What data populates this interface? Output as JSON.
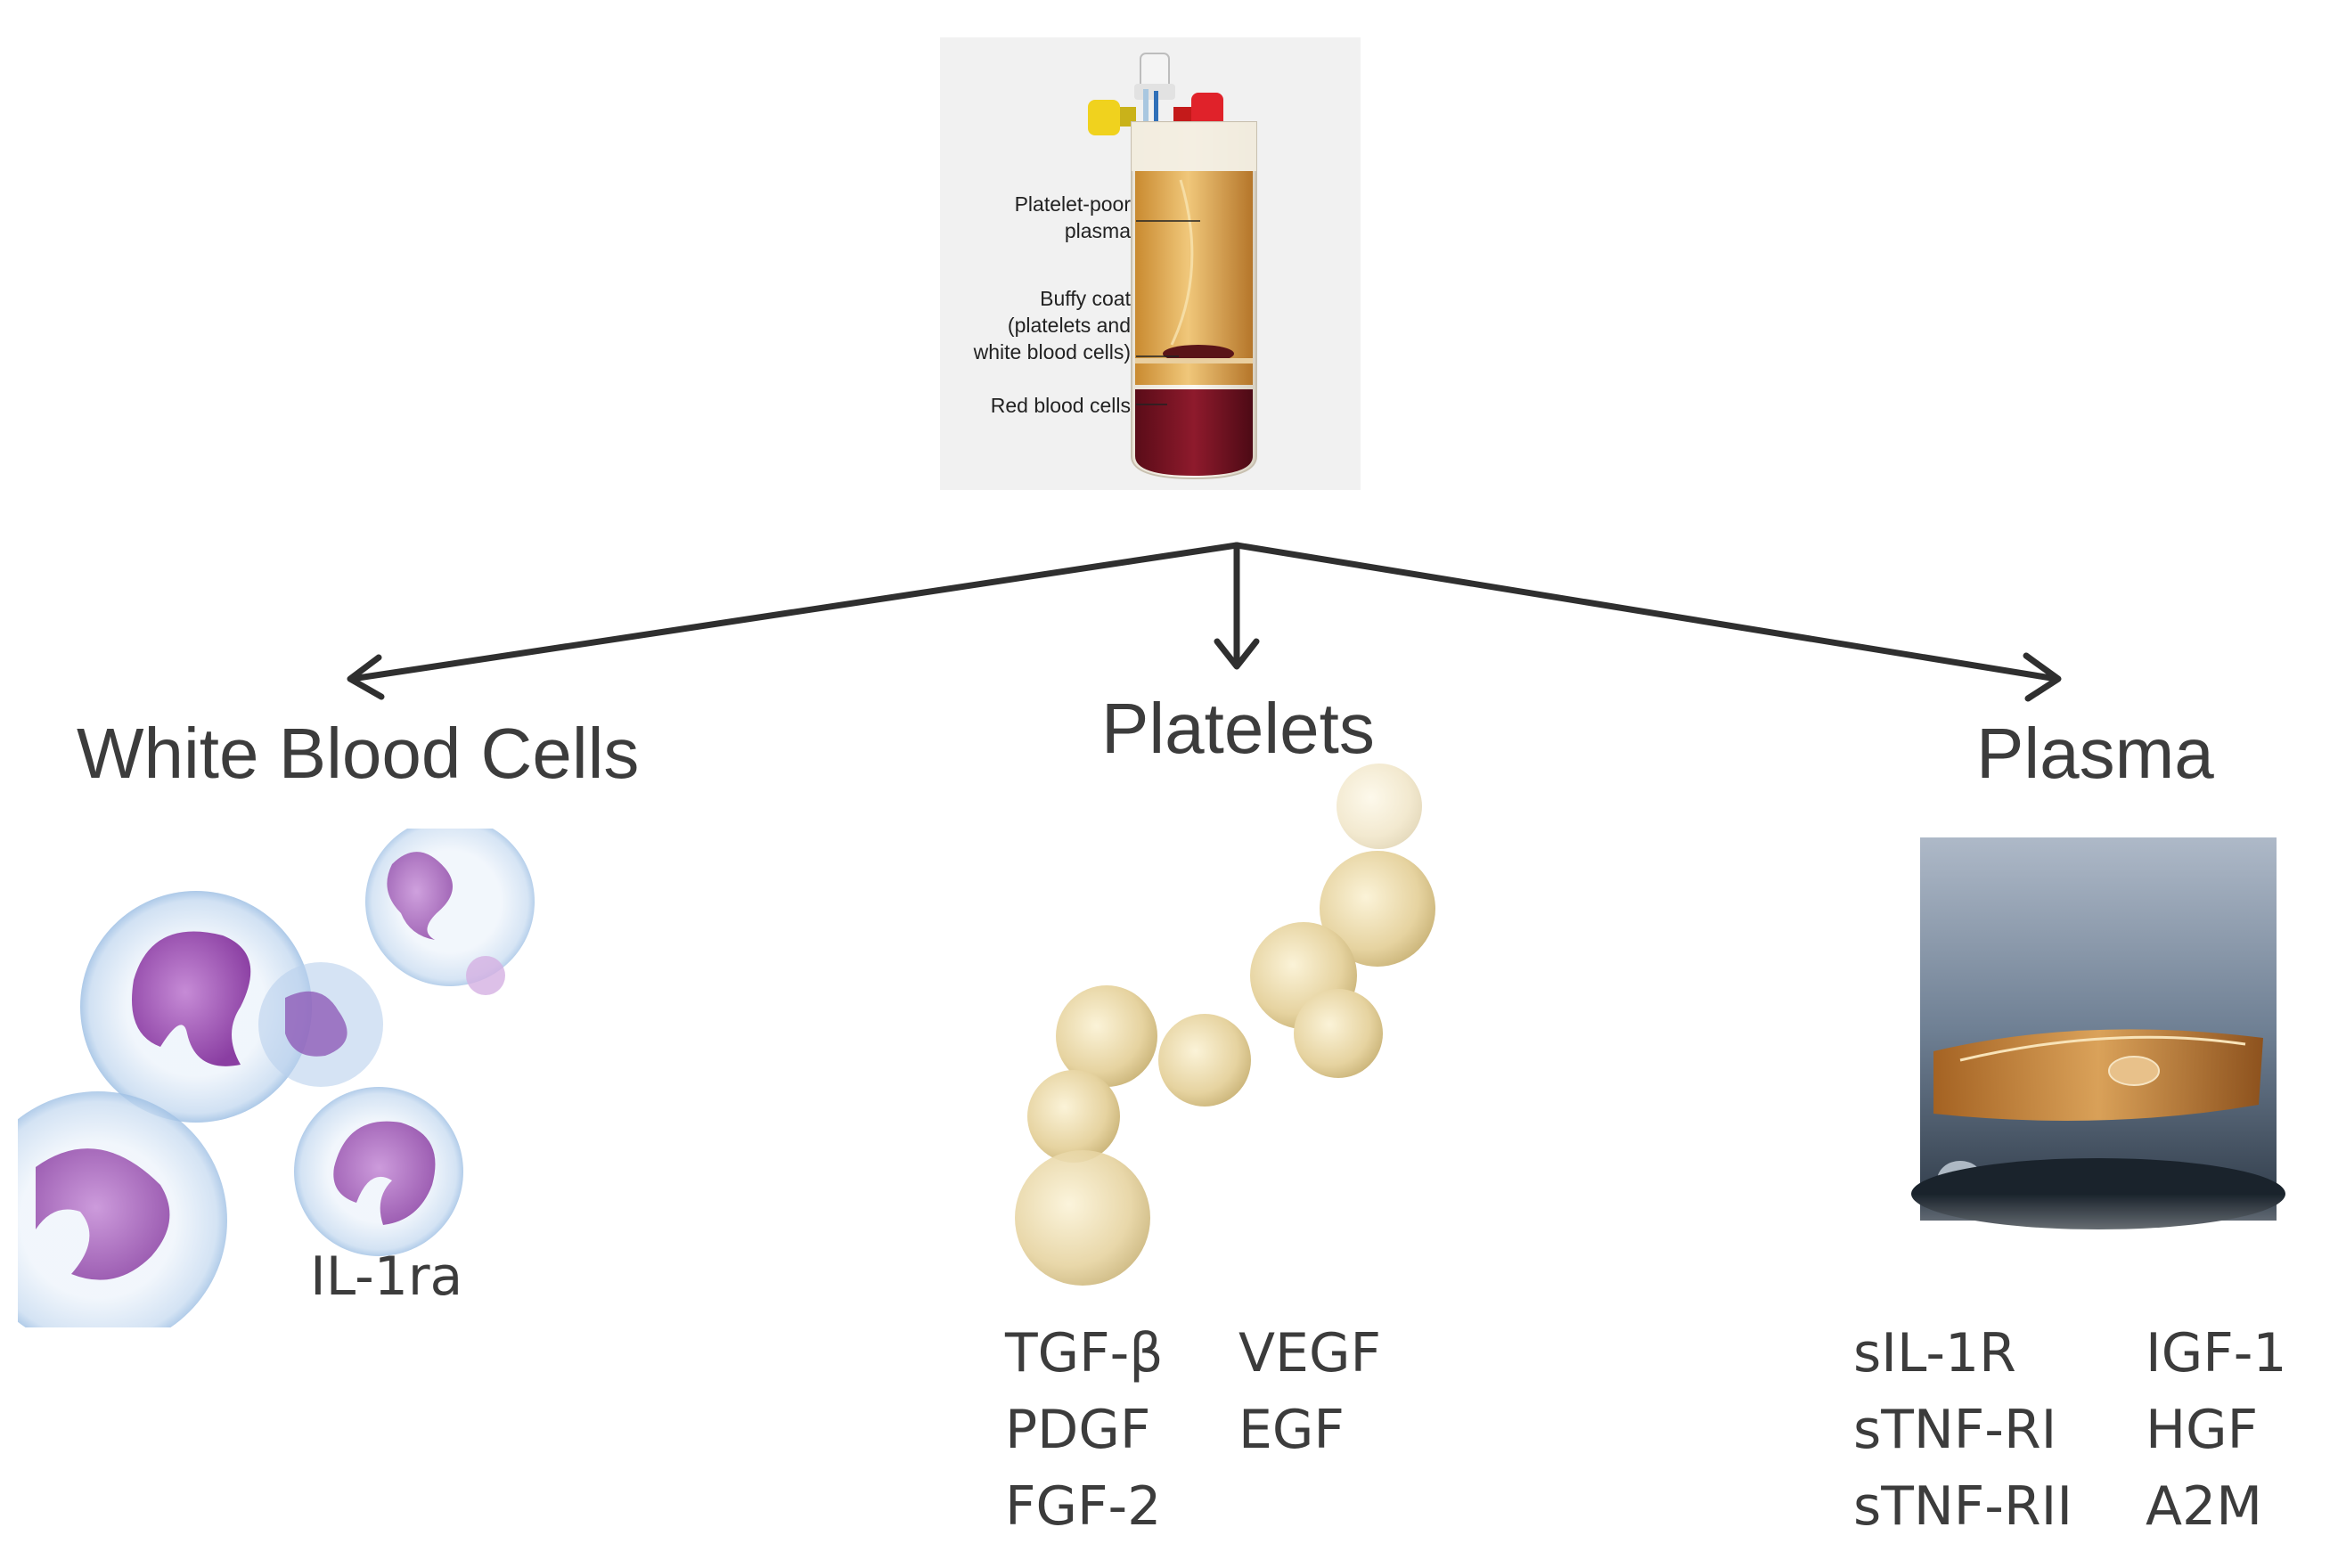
{
  "tube": {
    "label_ppp": [
      "Platelet-poor",
      "plasma"
    ],
    "label_buffy": [
      "Buffy coat",
      "(platelets and",
      "white blood cells)"
    ],
    "label_rbc": "Red blood cells"
  },
  "branches": {
    "wbc": {
      "title": "White Blood Cells",
      "factors": [
        "IL-1ra"
      ]
    },
    "platelets": {
      "title": "Platelets",
      "factors_col1": [
        "TGF-β",
        "PDGF",
        "FGF-2"
      ],
      "factors_col2": [
        "VEGF",
        "EGF"
      ]
    },
    "plasma": {
      "title": "Plasma",
      "factors_col1": [
        "sIL-1R",
        "sTNF-RI",
        "sTNF-RII"
      ],
      "factors_col2": [
        "IGF-1",
        "HGF",
        "A2M"
      ]
    }
  },
  "colors": {
    "arrow": "#2f2f2f",
    "plasma_fluid": "#d9a24a",
    "red_cells": "#7a1424",
    "wbc_nucleus": "#9a4fb0",
    "platelet": "#e8d9a8"
  }
}
